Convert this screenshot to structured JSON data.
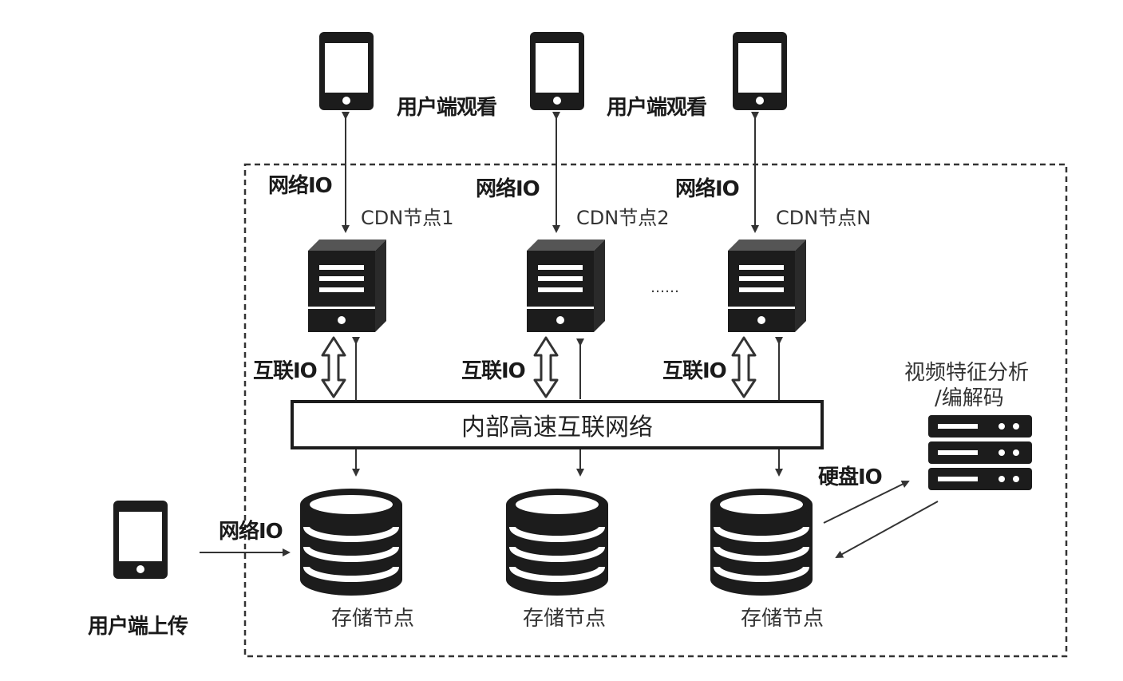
{
  "labels": {
    "watch_1": "用户端观看",
    "watch_2": "用户端观看",
    "net_io_1": "网络IO",
    "net_io_2": "网络IO",
    "net_io_3": "网络IO",
    "net_io_upload": "网络IO",
    "cdn_1": "CDN节点1",
    "cdn_2": "CDN节点2",
    "cdn_n": "CDN节点N",
    "ellipsis": "……",
    "interconnect_io_1": "互联IO",
    "interconnect_io_2": "互联IO",
    "interconnect_io_3": "互联IO",
    "internal_network": "内部高速互联网络",
    "disk_io": "硬盘IO",
    "video_analysis_line1": "视频特征分析",
    "video_analysis_line2": "/编解码",
    "storage_1": "存储节点",
    "storage_2": "存储节点",
    "storage_3": "存储节点",
    "upload": "用户端上传"
  },
  "icons": {
    "phone": "mobile-phone-icon",
    "server": "server-tower-icon",
    "database": "database-cylinder-icon",
    "rack": "server-rack-icon"
  },
  "colors": {
    "icon": "#1c1c1c",
    "line": "#333333",
    "background": "#ffffff"
  }
}
